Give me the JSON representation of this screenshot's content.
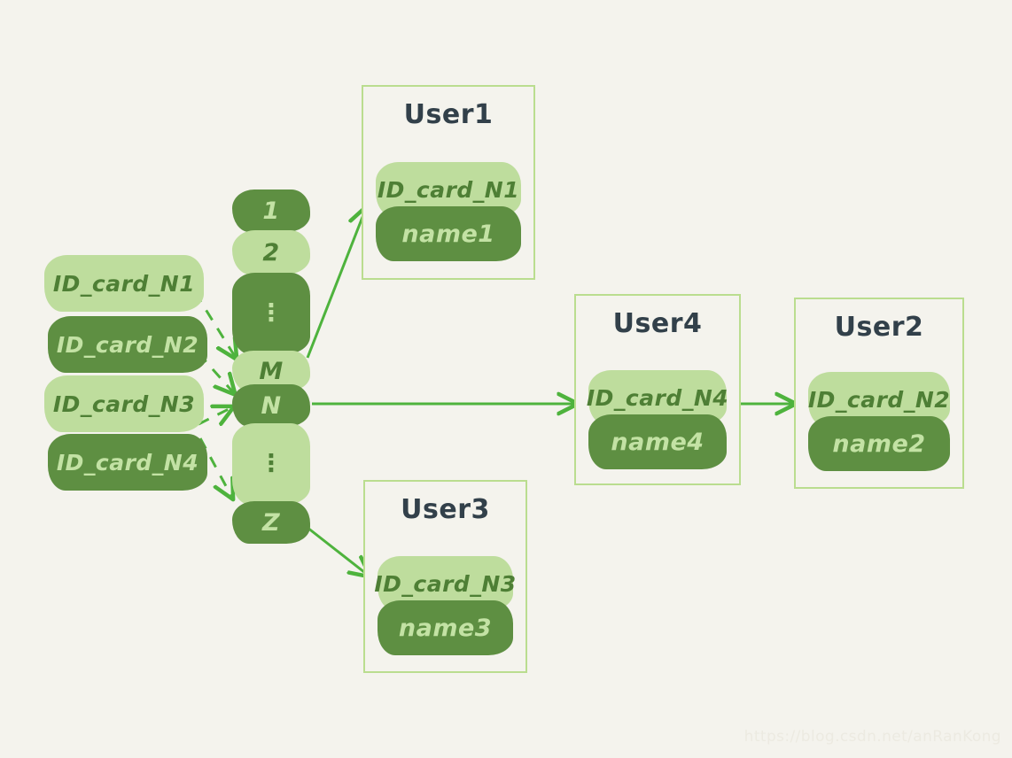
{
  "palette": {
    "background": "#f4f3ed",
    "light_green": "#bedd9d",
    "dark_green": "#5e8f42",
    "light_text": "#4e7f35",
    "dark_text": "#c3e2a4",
    "box_border": "#badd8f",
    "arrow": "#4eb33d",
    "title_text": "#32404a",
    "watermark": "#eceae1"
  },
  "records": {
    "title": "record-list",
    "items": [
      {
        "label": "ID_card_N1",
        "tone": "light"
      },
      {
        "label": "ID_card_N2",
        "tone": "dark"
      },
      {
        "label": "ID_card_N3",
        "tone": "light"
      },
      {
        "label": "ID_card_N4",
        "tone": "dark"
      }
    ]
  },
  "buckets": {
    "title": "hash-bucket-column",
    "items": [
      {
        "label": "1",
        "tone": "dark",
        "is_dots": false
      },
      {
        "label": "2",
        "tone": "light",
        "is_dots": false
      },
      {
        "label": "⋮",
        "tone": "dark",
        "is_dots": true
      },
      {
        "label": "M",
        "tone": "light",
        "is_dots": false
      },
      {
        "label": "N",
        "tone": "dark",
        "is_dots": false
      },
      {
        "label": "⋮",
        "tone": "light",
        "is_dots": true
      },
      {
        "label": "Z",
        "tone": "dark",
        "is_dots": false
      }
    ]
  },
  "users": [
    {
      "key": "user1",
      "title": "User1",
      "id_field": "ID_card_N1",
      "name_field": "name1"
    },
    {
      "key": "user4",
      "title": "User4",
      "id_field": "ID_card_N4",
      "name_field": "name4"
    },
    {
      "key": "user2",
      "title": "User2",
      "id_field": "ID_card_N2",
      "name_field": "name2"
    },
    {
      "key": "user3",
      "title": "User3",
      "id_field": "ID_card_N3",
      "name_field": "name3"
    }
  ],
  "edges": {
    "hash_links": [
      {
        "from": "ID_card_N1",
        "to": "M",
        "style": "dashed"
      },
      {
        "from": "ID_card_N2",
        "to": "N",
        "style": "dashed"
      },
      {
        "from": "ID_card_N3",
        "to": "N",
        "style": "dashed"
      },
      {
        "from": "ID_card_N4",
        "to": "Z",
        "style": "dashed"
      }
    ],
    "bucket_links": [
      {
        "from": "M",
        "to": "User1",
        "style": "solid"
      },
      {
        "from": "N",
        "to": "User4",
        "style": "solid"
      },
      {
        "from": "Z",
        "to": "User3",
        "style": "solid"
      }
    ],
    "chain_links": [
      {
        "from": "User4",
        "to": "User2",
        "style": "solid"
      }
    ]
  },
  "watermark": {
    "text": "https://blog.csdn.net/anRanKong"
  }
}
